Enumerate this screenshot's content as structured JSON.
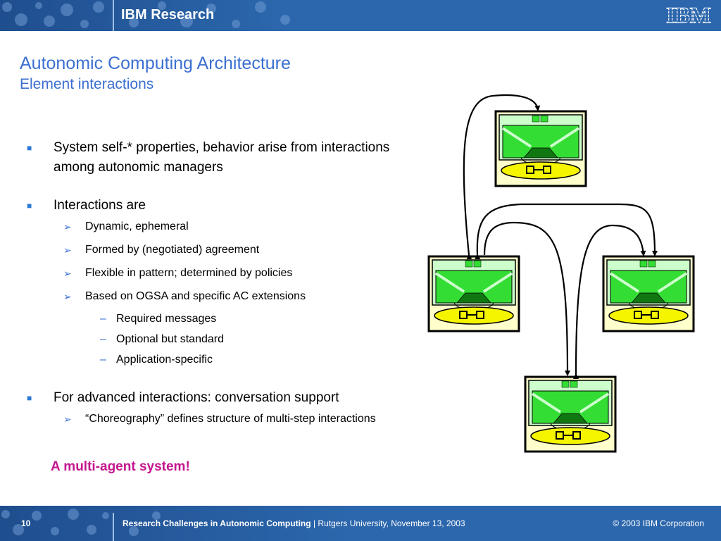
{
  "header": {
    "brand": "IBM Research",
    "logo": "IBM"
  },
  "slide": {
    "title": "Autonomic Computing Architecture",
    "subtitle": "Element interactions"
  },
  "bullets": [
    {
      "text": "System self-* properties, behavior arise from interactions among autonomic managers"
    },
    {
      "text": "Interactions are",
      "sub": [
        "Dynamic, ephemeral",
        "Formed by (negotiated) agreement",
        "Flexible in pattern; determined by policies",
        "Based on OGSA and specific AC extensions"
      ],
      "subsub": [
        "Required messages",
        "Optional but standard",
        "Application-specific"
      ]
    },
    {
      "text": "For advanced interactions: conversation support",
      "sub": [
        "“Choreography” defines structure of multi-step interactions"
      ]
    }
  ],
  "note": "A multi-agent system!",
  "icons": {
    "level1": "square-bullet-icon",
    "level2": "arrowhead-bullet-icon",
    "level3": "dash-bullet-icon"
  },
  "colors": {
    "title": "#3b6fd1",
    "note": "#c4168e",
    "header": "#2c67ad",
    "element_green": "#33dd33",
    "element_yellow": "#f5f500"
  },
  "footer": {
    "page": "10",
    "title": "Research Challenges in Autonomic Computing",
    "separator": "|",
    "venue": "Rutgers University, November 13, 2003",
    "copyright": "© 2003 IBM Corporation"
  }
}
